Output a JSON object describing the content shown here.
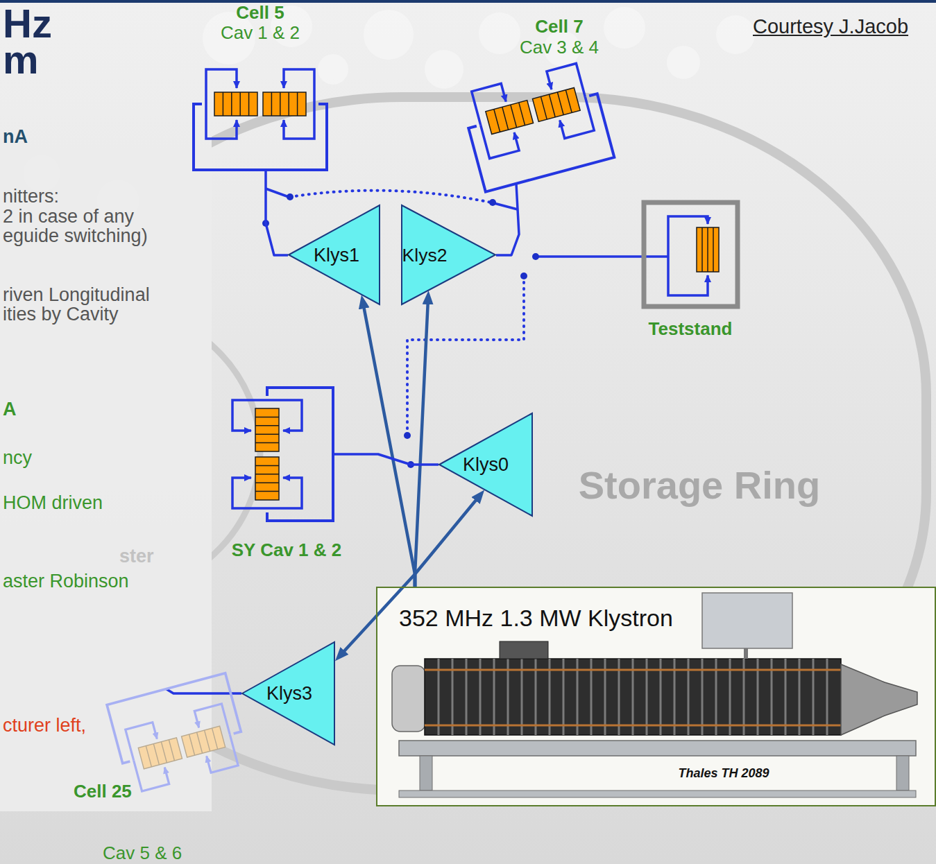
{
  "diagram": {
    "title": "Hz m",
    "nodes": [
      {
        "text": [
          "Cell 5",
          "Cav 1 & 2"
        ]
      },
      {
        "text": [
          "Cell 7",
          "Cav 3 & 4"
        ]
      },
      {
        "text": [
          "Klys1"
        ]
      },
      {
        "text": [
          "Klys2"
        ]
      },
      {
        "text": [
          "Teststand"
        ]
      },
      {
        "text": [
          "SY Cav 1 & 2"
        ]
      },
      {
        "text": [
          "Klys0"
        ]
      },
      {
        "text": [
          "352 MHz 1.3 MW Klystron",
          "Thales TH 2089"
        ]
      },
      {
        "text": [
          "Klys3"
        ]
      },
      {
        "text": [
          "Cell 25",
          "Cav 5 & 6"
        ]
      }
    ],
    "edges": [
      {
        "from": 7,
        "to": 2,
        "arrow": "to"
      },
      {
        "from": 7,
        "to": 3,
        "arrow": "to"
      },
      {
        "from": 7,
        "to": 6,
        "arrow": "to"
      },
      {
        "from": 7,
        "to": 8,
        "arrow": "to"
      },
      {
        "from": 2,
        "to": 0,
        "arrow": "none"
      },
      {
        "from": 3,
        "to": 1,
        "arrow": "none"
      },
      {
        "from": 6,
        "to": 5,
        "arrow": "none"
      },
      {
        "from": 8,
        "to": 9,
        "arrow": "none"
      }
    ],
    "labels": [
      "nA",
      "nitters:",
      "2 in case of any",
      "eguide switching)",
      "riven Longitudinal",
      "ities by Cavity",
      "A",
      "ncy",
      "HOM driven",
      "ster",
      "aster Robinson",
      "cturer left,",
      "Courtesy J.Jacob",
      "Storage Ring"
    ]
  }
}
